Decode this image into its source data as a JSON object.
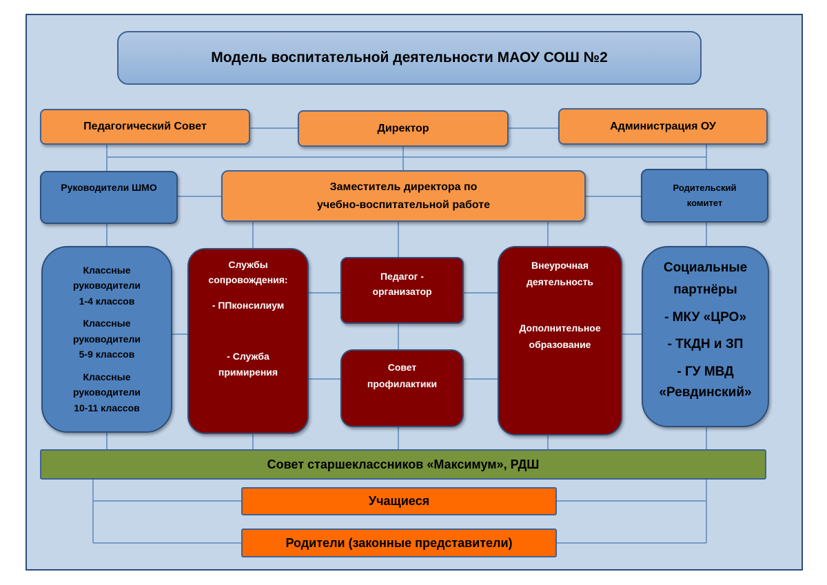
{
  "title": "Модель воспитательной деятельности МАОУ СОШ №2",
  "ped_council": "Педагогический Совет",
  "director": "Директор",
  "admin": "Администрация ОУ",
  "shmo": "Руководители ШМО",
  "deputy": [
    "Заместитель директора по",
    "учебно-воспитательной работе"
  ],
  "parent_committee": [
    "Родительский",
    "комитет"
  ],
  "class_leaders": [
    [
      "Классные",
      "руководители",
      "1-4 классов"
    ],
    [
      "Классные",
      "руководители",
      "5-9 классов"
    ],
    [
      "Классные",
      "руководители",
      "10-11 классов"
    ]
  ],
  "services": {
    "title": [
      "Службы",
      "сопровождения:"
    ],
    "item1": "- ППконсилиум",
    "item2": [
      "- Служба",
      "примирения"
    ]
  },
  "organizer": [
    "Педагог -",
    "организатор"
  ],
  "prevention": [
    "Совет",
    "профилактики"
  ],
  "extracurricular": {
    "a": [
      "Внеурочная",
      "деятельность"
    ],
    "b": [
      "Дополнительное",
      "образование"
    ]
  },
  "partners": {
    "title": [
      "Социальные",
      "партнёры"
    ],
    "items": [
      "- МКУ «ЦРО»",
      "- ТКДН и ЗП",
      "-  ГУ МВД",
      "«Ревдинский»"
    ]
  },
  "senior_council": "Совет старшеклассников «Максимум», РДШ",
  "students": "Учащиеся",
  "parents": "Родители (законные представители)",
  "colors": {
    "frame_bg": "#c5d6e9",
    "orange": "#f79646",
    "blue": "#4f81bd",
    "maroon": "#820000",
    "green": "#77933c",
    "dark_orange": "#ff6a00",
    "line": "#5b86b8"
  }
}
